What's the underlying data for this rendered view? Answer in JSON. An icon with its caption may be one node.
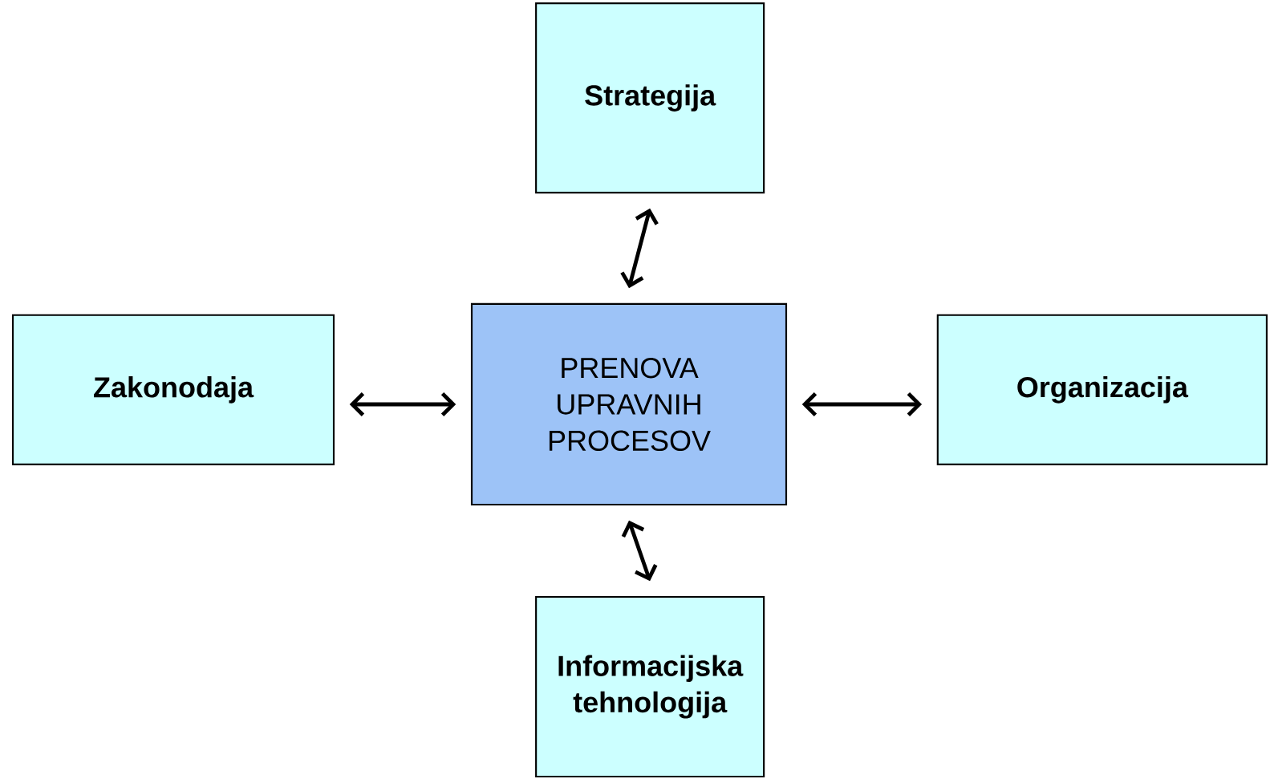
{
  "diagram": {
    "nodes": [
      {
        "text": [
          "PRENOVA UPRAVNIH PROCESOV"
        ]
      },
      {
        "text": [
          "Strategija"
        ]
      },
      {
        "text": [
          "Zakonodaja"
        ]
      },
      {
        "text": [
          "Organizacija"
        ]
      },
      {
        "text": [
          "Informacijska tehnologija"
        ]
      }
    ],
    "edges": [
      {
        "from": 0,
        "to": 1,
        "arrow": "both"
      },
      {
        "from": 0,
        "to": 2,
        "arrow": "both"
      },
      {
        "from": 0,
        "to": 3,
        "arrow": "both"
      },
      {
        "from": 0,
        "to": 4,
        "arrow": "both"
      }
    ]
  }
}
